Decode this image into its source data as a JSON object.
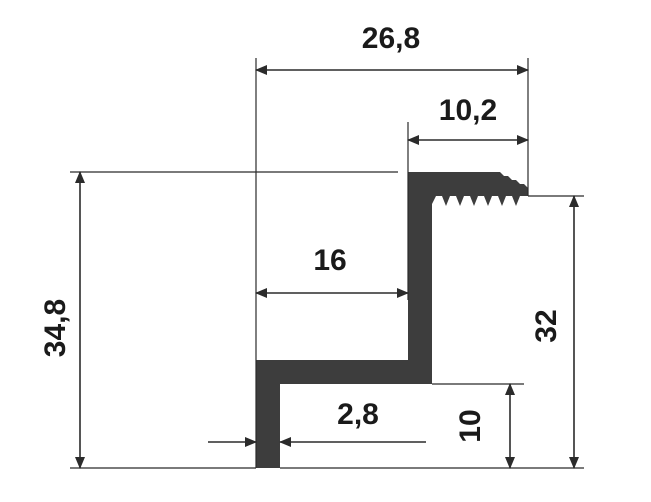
{
  "dimensions": {
    "overall_width": "26,8",
    "top_flange_width": "10,2",
    "lower_offset": "16",
    "overall_height": "34,8",
    "right_height": "32",
    "thickness": "2,8",
    "bottom_height": "10"
  },
  "colors": {
    "profile": "#3d3d3d",
    "lines": "#2b2b2b",
    "text": "#1a1a1a",
    "background": "#ffffff"
  }
}
